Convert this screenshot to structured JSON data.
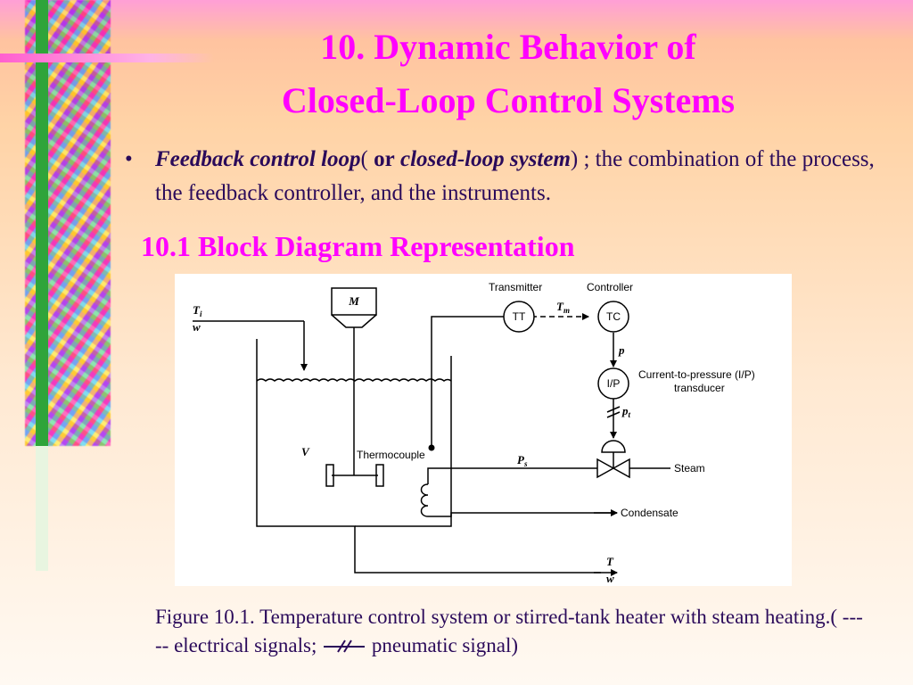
{
  "title": {
    "line1": "10. Dynamic Behavior of",
    "line2": "Closed-Loop Control Systems"
  },
  "bullet": {
    "marker": "•",
    "term1": "Feedback control loop",
    "paren_open": "( ",
    "or": "or",
    "term2": "closed-loop system",
    "paren_close": ")",
    "rest": " ; the combination of the process, the feedback controller, and the instruments."
  },
  "section_heading": "10.1 Block Diagram Representation",
  "diagram": {
    "labels": {
      "transmitter": "Transmitter",
      "controller": "Controller",
      "tt": "TT",
      "tc": "TC",
      "ip": "I/P",
      "motor": "M",
      "volume": "V",
      "thermocouple": "Thermocouple",
      "current_to_pressure_line1": "Current-to-pressure (I/P)",
      "current_to_pressure_line2": "transducer",
      "steam": "Steam",
      "condensate": "Condensate",
      "ti": "T",
      "ti_sub": "i",
      "w_in": "w",
      "tm": "T",
      "tm_sub": "m",
      "p": "p",
      "pt": "p",
      "pt_sub": "t",
      "ps": "P",
      "ps_sub": "s",
      "t_out": "T",
      "w_out": "w"
    }
  },
  "caption": {
    "part1": "Figure 10.1. Temperature control system or stirred-tank heater with steam heating.( ----- electrical signals; ",
    "part2": " pneumatic signal)"
  },
  "colors": {
    "title": "#ff00ff",
    "body_text": "#2a0a5a",
    "green_bar": "#2fa43a"
  }
}
